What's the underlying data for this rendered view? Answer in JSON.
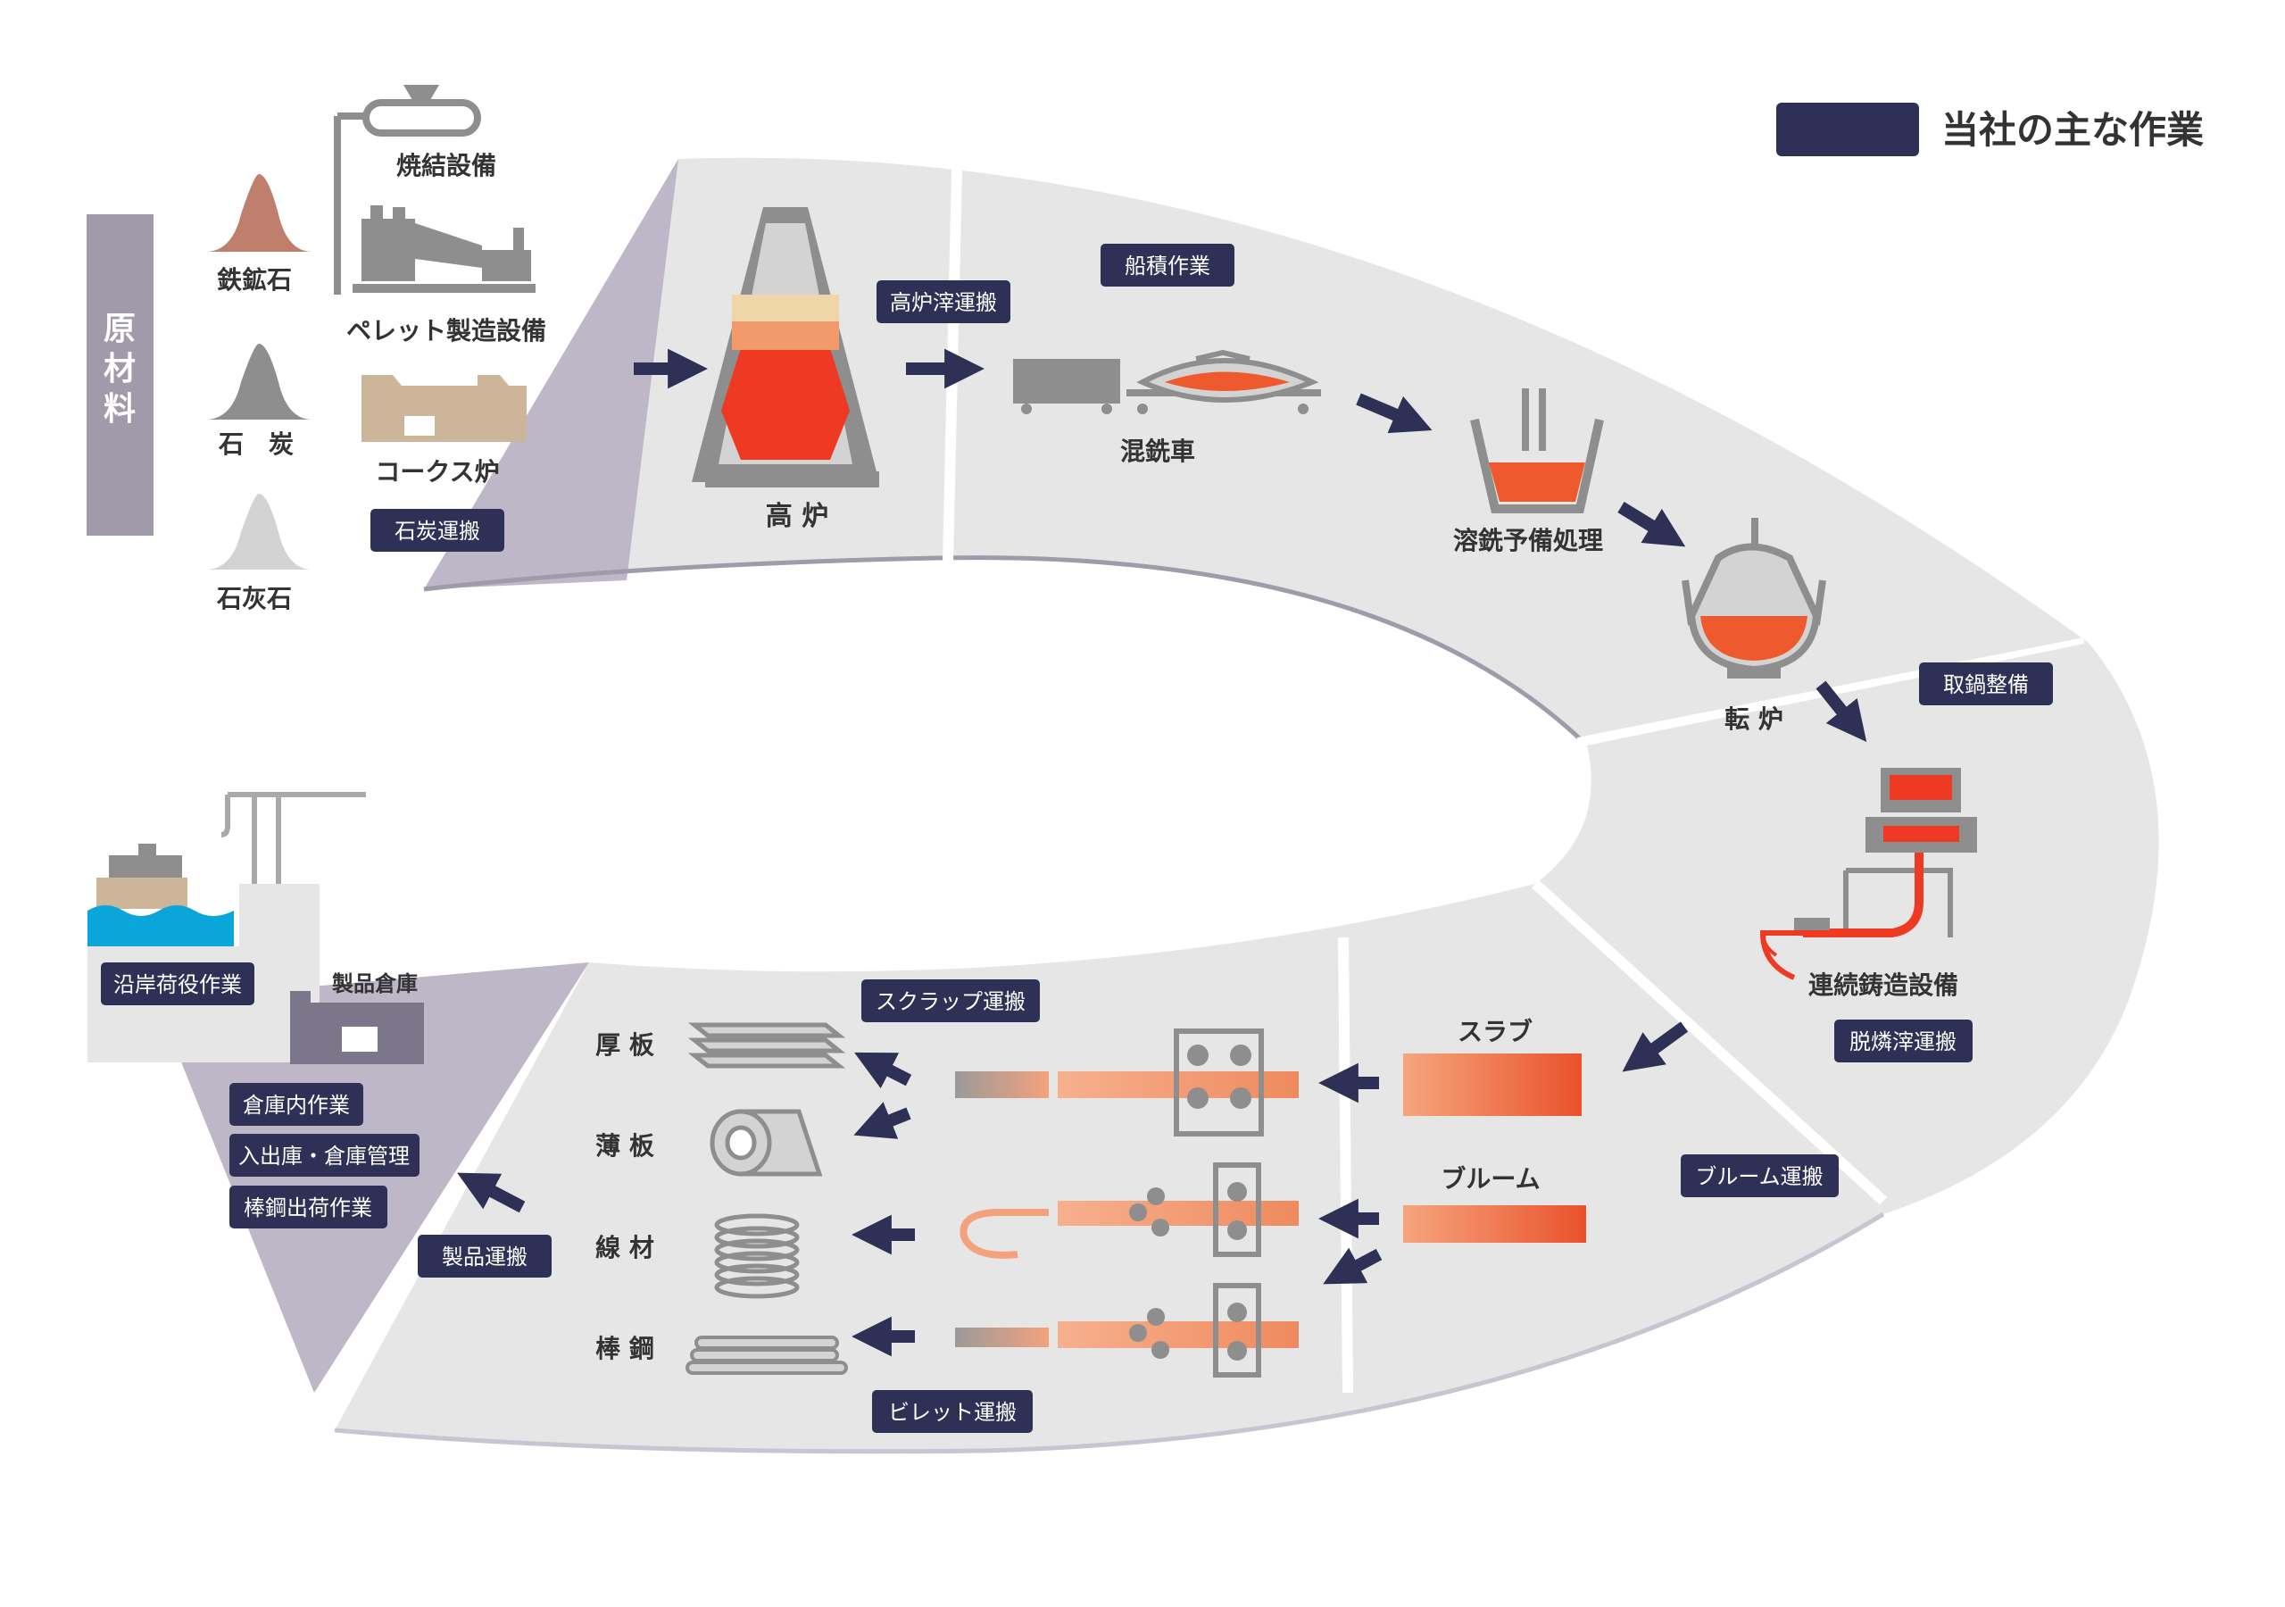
{
  "colors": {
    "navy": "#2f3056",
    "orange": "#e9522b",
    "orange_light": "#f4a27c",
    "gray": "#8e8e8e",
    "gray_light": "#d3d3d3",
    "band": "#e6e6e6",
    "purple": "#a09aab",
    "purple_light": "#bdb7c7",
    "tan": "#cdb59a",
    "ore": "#bf7f6c",
    "sea": "#0aa6da"
  },
  "legend": {
    "label": "当社の主な作業"
  },
  "raw_materials": {
    "heading": "原材料",
    "iron_ore": "鉄鉱石",
    "coal": "石　炭",
    "limestone": "石灰石"
  },
  "facilities": {
    "sintering": "焼結設備",
    "pellet": "ペレット製造設備",
    "coke_oven": "コークス炉",
    "blast_furnace": "高 炉",
    "torpedo_car": "混銑車",
    "pretreatment": "溶銑予備処理",
    "converter": "転 炉",
    "continuous_casting": "連続鋳造設備",
    "slab": "スラブ",
    "bloom": "ブルーム",
    "warehouse": "製品倉庫"
  },
  "products": {
    "plate": "厚 板",
    "sheet": "薄 板",
    "wire_rod": "線 材",
    "steel_bar": "棒 鋼"
  },
  "tasks": {
    "coal_transport": "石炭運搬",
    "bf_slag_transport": "高炉滓運搬",
    "ship_loading": "船積作業",
    "ladle_maintenance": "取鍋整備",
    "dephos_slag_transport": "脱燐滓運搬",
    "bloom_transport": "ブルーム運搬",
    "scrap_transport": "スクラップ運搬",
    "billet_transport": "ビレット運搬",
    "product_transport": "製品運搬",
    "coastal_cargo": "沿岸荷役作業",
    "warehouse_work": "倉庫内作業",
    "inventory_mgmt": "入出庫・倉庫管理",
    "bar_shipping": "棒鋼出荷作業"
  }
}
